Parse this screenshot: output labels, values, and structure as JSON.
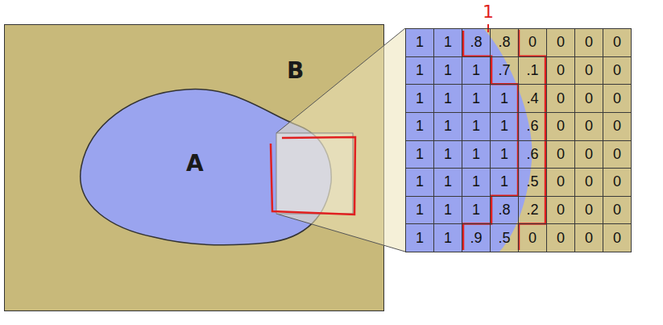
{
  "diagram": {
    "nodes": [
      {
        "text": [
          "B"
        ]
      },
      {
        "text": [
          "A"
        ],
        "in": 0
      }
    ],
    "labels": [
      "1",
      "1",
      ".8",
      ".8",
      "0",
      "0",
      "0",
      "0",
      "1",
      "1",
      "1",
      ".7",
      ".1",
      "0",
      "0",
      "0",
      "1",
      "1",
      "1",
      "1",
      ".4",
      "0",
      "0",
      "0",
      "1",
      "1",
      "1",
      "1",
      ".6",
      "0",
      "0",
      "0",
      "1",
      "1",
      "1",
      "1",
      ".6",
      "0",
      "0",
      "0",
      "1",
      "1",
      "1",
      "1",
      ".5",
      "0",
      "0",
      "0",
      "1",
      "1",
      "1",
      ".8",
      ".2",
      "0",
      "0",
      "0",
      "1",
      "1",
      ".9",
      ".5",
      "0",
      "0",
      "0",
      "0",
      "1"
    ]
  }
}
